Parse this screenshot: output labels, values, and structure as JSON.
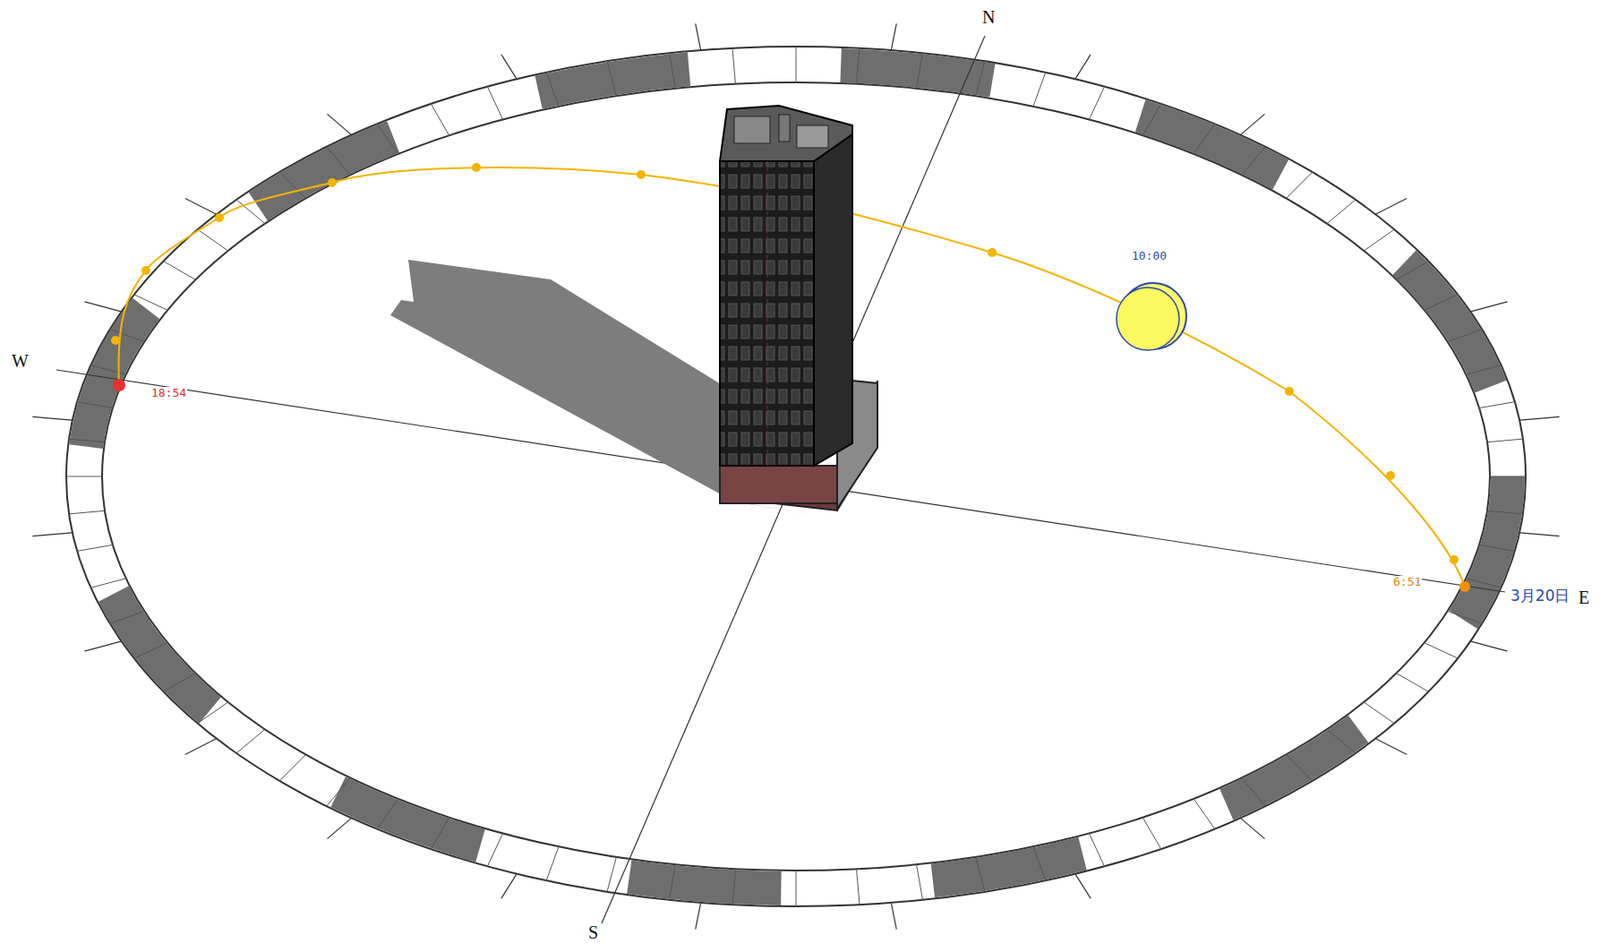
{
  "diagram": {
    "labels": [
      "N",
      "W",
      "S",
      "E",
      "10:00",
      "18:54",
      "6:51",
      "3月20日"
    ]
  }
}
